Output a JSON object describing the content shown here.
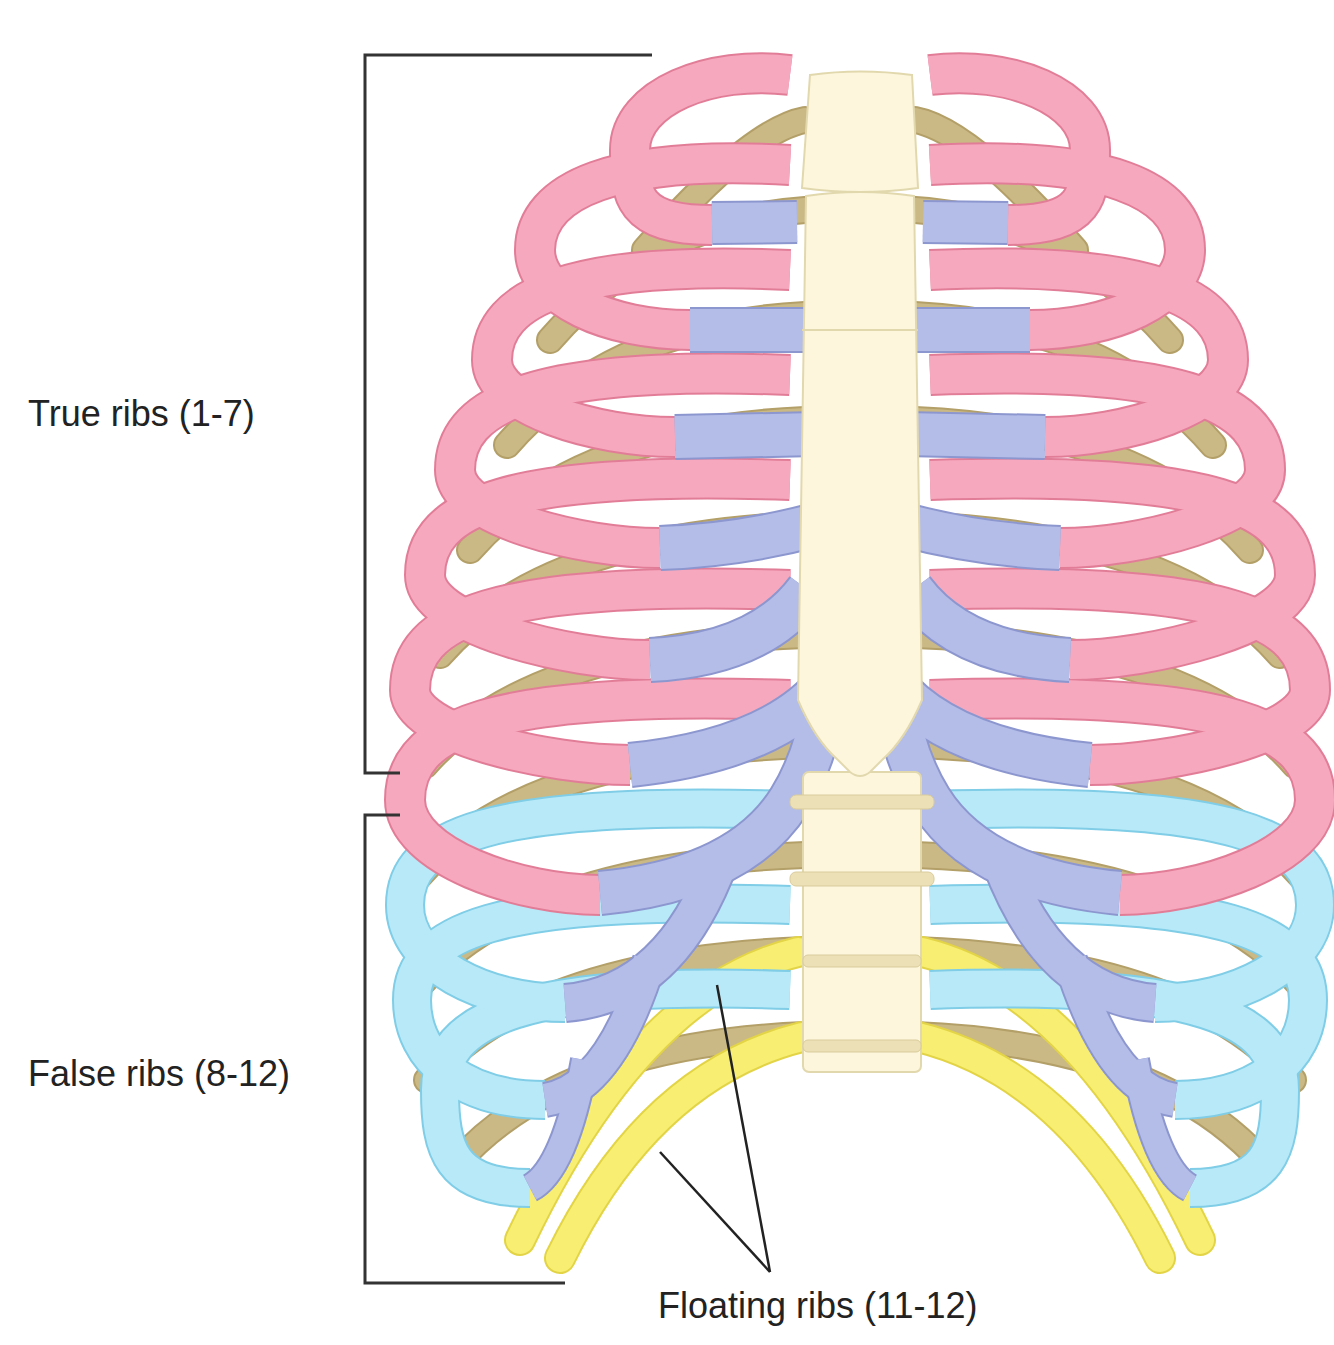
{
  "diagram": {
    "labels": [
      "True ribs (1-7)",
      "False ribs (8-12)",
      "Floating ribs (11-12)"
    ]
  }
}
